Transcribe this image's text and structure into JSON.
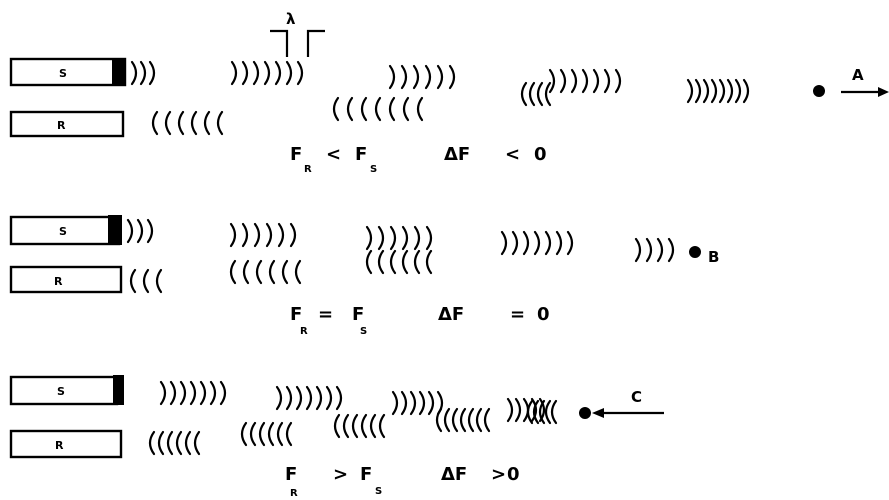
{
  "labels": {
    "emitter": "S",
    "receiver": "R",
    "wavelength": "λ"
  },
  "panels": [
    {
      "point": "A",
      "relation": {
        "F1": "F",
        "F1_sub": "R",
        "op": "<",
        "F2": "F",
        "F2_sub": "S",
        "delta": "ΔF",
        "delta_op": "<",
        "delta_val": "0"
      }
    },
    {
      "point": "B",
      "relation": {
        "F1": "F",
        "F1_sub": "R",
        "op": "=",
        "F2": "F",
        "F2_sub": "S",
        "delta": "ΔF",
        "delta_op": "=",
        "delta_val": "0"
      }
    },
    {
      "point": "C",
      "relation": {
        "F1": "F",
        "F1_sub": "R",
        "op": ">",
        "F2": "F",
        "F2_sub": "S",
        "delta": "ΔF",
        "delta_op": ">",
        "delta_val": "0"
      }
    }
  ]
}
